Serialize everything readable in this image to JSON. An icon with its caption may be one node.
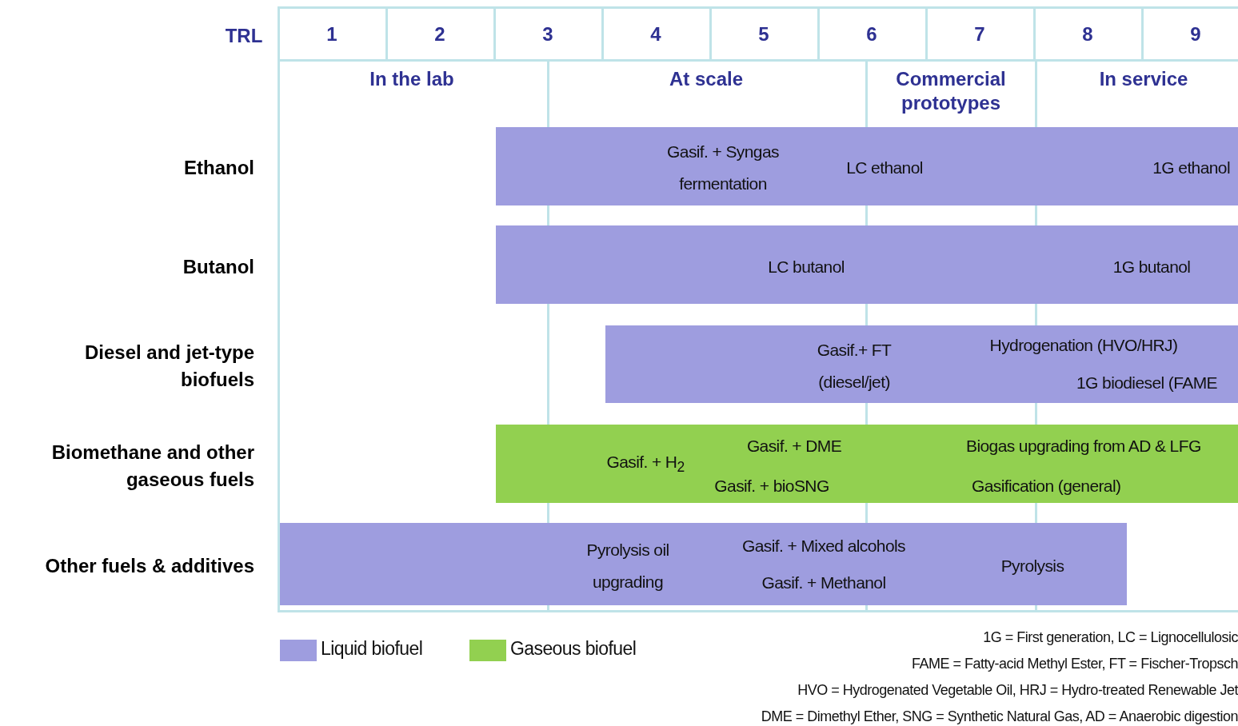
{
  "diagram": {
    "nodes": [
      {
        "text": [
          "Gasif. + Syngas fermentation",
          "LC ethanol",
          "1G ethanol"
        ]
      },
      {
        "text": [
          "LC butanol",
          "1G butanol"
        ]
      },
      {
        "text": [
          "Gasif.+ FT (diesel/jet)",
          "Hydrogenation (HVO/HRJ)",
          "1G biodiesel (FAME"
        ]
      },
      {
        "text": [
          "Gasif. + H$_{2}$",
          "Gasif. + DME",
          "Gasif. + bioSNG",
          "Biogas upgrading  from AD & LFG",
          "Gasification (general)"
        ]
      },
      {
        "text": [
          "Pyrolysis oil upgrading",
          "Gasif. + Mixed alcohols",
          "Gasif. + Methanol",
          "Pyrolysis"
        ]
      }
    ],
    "labels": [
      "TRL",
      "1",
      "2",
      "3",
      "4",
      "5",
      "6",
      "7",
      "8",
      "9",
      "In the lab",
      "At scale",
      "Commercial prototypes",
      "In service",
      "Ethanol",
      "Butanol",
      "Diesel and jet-type biofuels",
      "Biomethane and other gaseous fuels",
      "Other fuels & additives",
      "1G = First generation, LC = Lignocellulosic",
      "FAME = Fatty-acid Methyl Ester, FT = Fischer-Tropsch",
      "HVO = Hydrogenated Vegetable Oil, HRJ = Hydro-treated Renewable Jet",
      "DME = Dimethyl Ether, SNG = Synthetic Natural Gas, AD = Anaerobic digestion"
    ],
    "legend": [
      {
        "text": "Liquid biofuel",
        "color": "#9e9ddf"
      },
      {
        "text": "Gaseous biofuel",
        "color": "#92d050"
      }
    ]
  }
}
